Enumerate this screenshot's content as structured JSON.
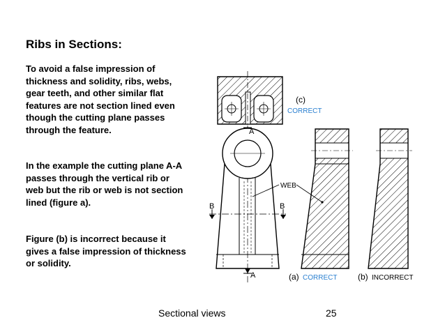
{
  "slide": {
    "title": "Ribs in Sections:",
    "paragraphs": [
      "To avoid a false impression of thickness and solidity, ribs, webs, gear teeth, and other similar flat features are not section lined even though the cutting plane passes through the feature.",
      "In the example the cutting plane A-A passes through the vertical rib or web but the rib or web is not section lined (figure a).",
      "Figure (b) is incorrect because it gives a false impression of thickness or solidity."
    ]
  },
  "diagram": {
    "label_c": "(c)",
    "label_c_status": "CORRECT",
    "label_web": "WEB",
    "cut_top": "A",
    "cut_bottom": "A",
    "cut_left": "B",
    "cut_right": "B",
    "label_a": "(a)",
    "label_a_status": "CORRECT",
    "label_b": "(b)",
    "label_b_status": "INCORRECT",
    "colors": {
      "correct": "#2a7fd0",
      "ink": "#000000"
    }
  },
  "footer": {
    "label": "Sectional views",
    "page": "25"
  }
}
